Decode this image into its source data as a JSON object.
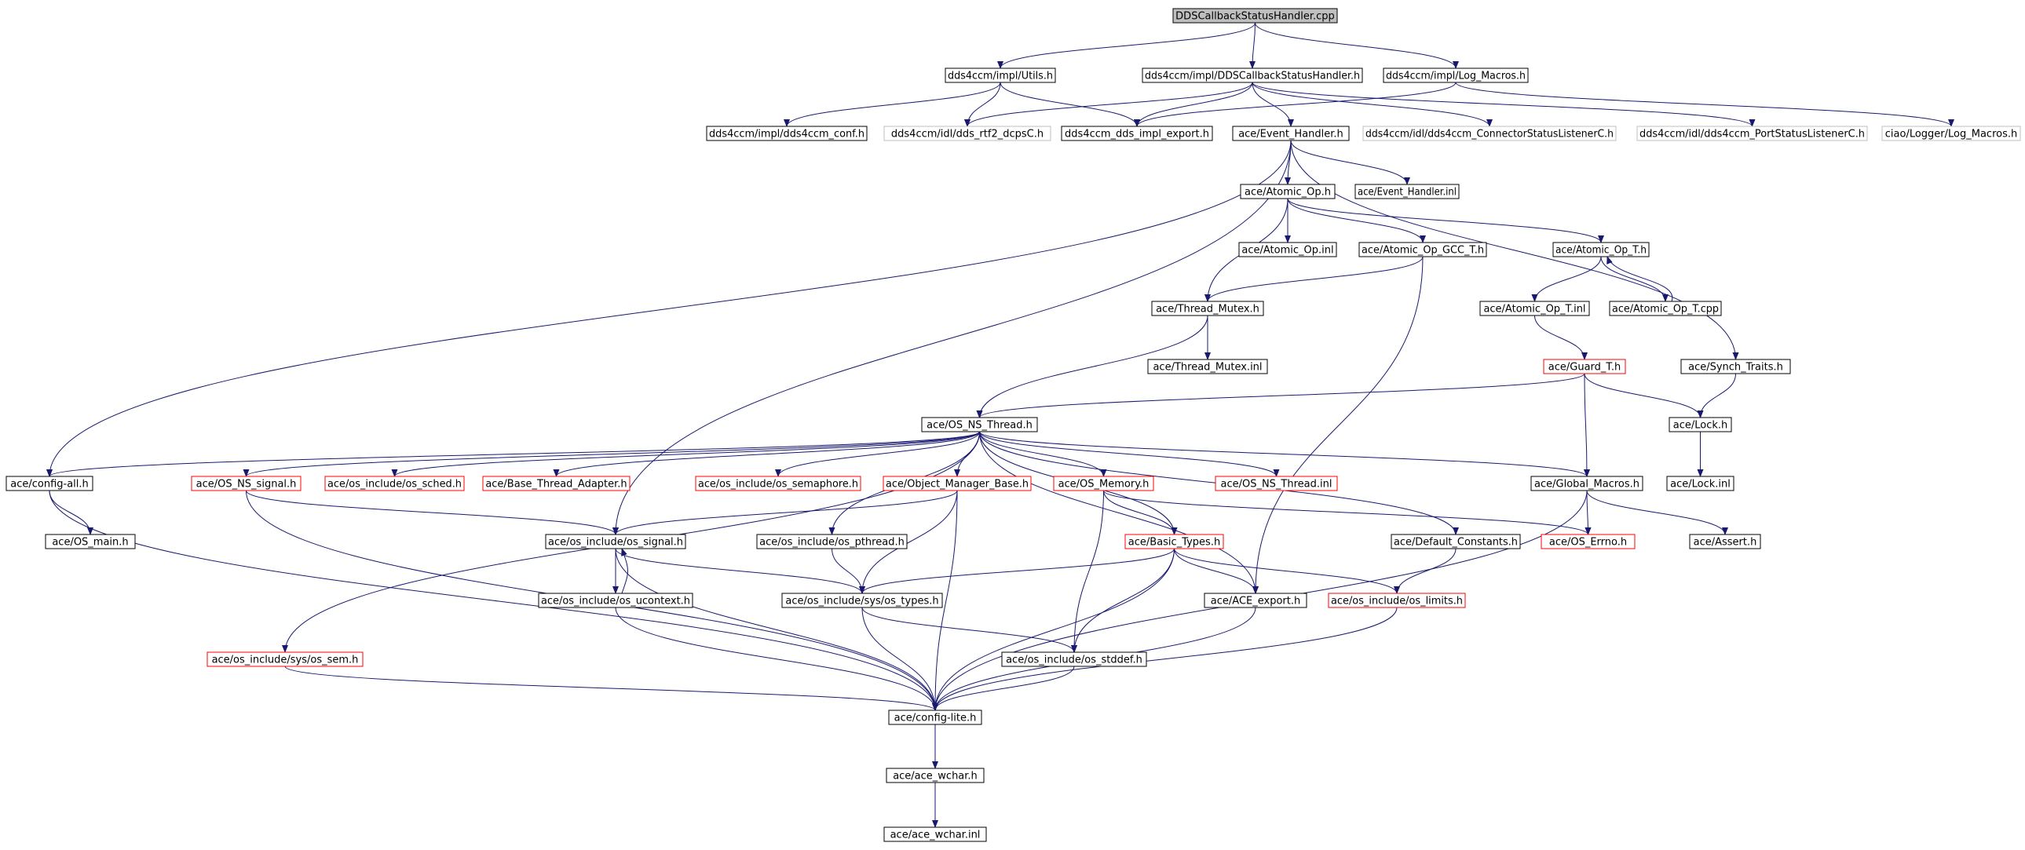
{
  "colors": {
    "edge": "#191970",
    "border_normal": "#000000",
    "border_truncated": "#ff0000",
    "border_external": "#bfbfbf",
    "fill_root": "#bfbfbf",
    "fill_normal": "#ffffff"
  },
  "nodes": [
    {
      "id": "root",
      "label": "DDSCallbackStatusHandler.cpp",
      "style": "root"
    },
    {
      "id": "utils",
      "label": "dds4ccm/impl/Utils.h",
      "style": "normal"
    },
    {
      "id": "ddscb",
      "label": "dds4ccm/impl/DDSCallbackStatusHandler.h",
      "style": "normal"
    },
    {
      "id": "logmacros",
      "label": "dds4ccm/impl/Log_Macros.h",
      "style": "normal"
    },
    {
      "id": "conf",
      "label": "dds4ccm/impl/dds4ccm_conf.h",
      "style": "normal"
    },
    {
      "id": "rtf2",
      "label": "dds4ccm/idl/dds_rtf2_dcpsC.h",
      "style": "external"
    },
    {
      "id": "implexport",
      "label": "dds4ccm_dds_impl_export.h",
      "style": "normal"
    },
    {
      "id": "evh",
      "label": "ace/Event_Handler.h",
      "style": "normal"
    },
    {
      "id": "connlist",
      "label": "dds4ccm/idl/dds4ccm_ConnectorStatusListenerC.h",
      "style": "external"
    },
    {
      "id": "portlist",
      "label": "dds4ccm/idl/dds4ccm_PortStatusListenerC.h",
      "style": "external"
    },
    {
      "id": "ciaolog",
      "label": "ciao/Logger/Log_Macros.h",
      "style": "external"
    },
    {
      "id": "atomicop",
      "label": "ace/Atomic_Op.h",
      "style": "normal"
    },
    {
      "id": "evhinl",
      "label": "ace/Event_Handler.inl",
      "style": "normal"
    },
    {
      "id": "atomicopinl",
      "label": "ace/Atomic_Op.inl",
      "style": "normal"
    },
    {
      "id": "atomicgcc",
      "label": "ace/Atomic_Op_GCC_T.h",
      "style": "normal"
    },
    {
      "id": "atomict",
      "label": "ace/Atomic_Op_T.h",
      "style": "normal"
    },
    {
      "id": "threadmutex",
      "label": "ace/Thread_Mutex.h",
      "style": "normal"
    },
    {
      "id": "atomictinl",
      "label": "ace/Atomic_Op_T.inl",
      "style": "normal"
    },
    {
      "id": "atomictcpp",
      "label": "ace/Atomic_Op_T.cpp",
      "style": "normal"
    },
    {
      "id": "threadmutexinl",
      "label": "ace/Thread_Mutex.inl",
      "style": "normal"
    },
    {
      "id": "guard",
      "label": "ace/Guard_T.h",
      "style": "truncated"
    },
    {
      "id": "synch",
      "label": "ace/Synch_Traits.h",
      "style": "normal"
    },
    {
      "id": "osnsthread",
      "label": "ace/OS_NS_Thread.h",
      "style": "normal"
    },
    {
      "id": "lock",
      "label": "ace/Lock.h",
      "style": "normal"
    },
    {
      "id": "configall",
      "label": "ace/config-all.h",
      "style": "normal"
    },
    {
      "id": "osnssignal",
      "label": "ace/OS_NS_signal.h",
      "style": "truncated"
    },
    {
      "id": "ossched",
      "label": "ace/os_include/os_sched.h",
      "style": "truncated"
    },
    {
      "id": "basethread",
      "label": "ace/Base_Thread_Adapter.h",
      "style": "truncated"
    },
    {
      "id": "ossem",
      "label": "ace/os_include/os_semaphore.h",
      "style": "truncated"
    },
    {
      "id": "objmgr",
      "label": "ace/Object_Manager_Base.h",
      "style": "truncated"
    },
    {
      "id": "osmemory",
      "label": "ace/OS_Memory.h",
      "style": "truncated"
    },
    {
      "id": "osnsthreadinl",
      "label": "ace/OS_NS_Thread.inl",
      "style": "truncated"
    },
    {
      "id": "globalmacros",
      "label": "ace/Global_Macros.h",
      "style": "normal"
    },
    {
      "id": "lockinl",
      "label": "ace/Lock.inl",
      "style": "normal"
    },
    {
      "id": "osmain",
      "label": "ace/OS_main.h",
      "style": "normal"
    },
    {
      "id": "ossignal",
      "label": "ace/os_include/os_signal.h",
      "style": "normal"
    },
    {
      "id": "ospthread",
      "label": "ace/os_include/os_pthread.h",
      "style": "normal"
    },
    {
      "id": "basictypes",
      "label": "ace/Basic_Types.h",
      "style": "truncated"
    },
    {
      "id": "defconst",
      "label": "ace/Default_Constants.h",
      "style": "normal"
    },
    {
      "id": "oserrno",
      "label": "ace/OS_Errno.h",
      "style": "truncated"
    },
    {
      "id": "assert",
      "label": "ace/Assert.h",
      "style": "normal"
    },
    {
      "id": "osucontext",
      "label": "ace/os_include/os_ucontext.h",
      "style": "normal"
    },
    {
      "id": "ostypes",
      "label": "ace/os_include/sys/os_types.h",
      "style": "normal"
    },
    {
      "id": "aceexport",
      "label": "ace/ACE_export.h",
      "style": "normal"
    },
    {
      "id": "oslimits",
      "label": "ace/os_include/os_limits.h",
      "style": "truncated"
    },
    {
      "id": "ossyssem",
      "label": "ace/os_include/sys/os_sem.h",
      "style": "truncated"
    },
    {
      "id": "osstddef",
      "label": "ace/os_include/os_stddef.h",
      "style": "normal"
    },
    {
      "id": "configlite",
      "label": "ace/config-lite.h",
      "style": "normal"
    },
    {
      "id": "acewchar",
      "label": "ace/ace_wchar.h",
      "style": "normal"
    },
    {
      "id": "acewcharinl",
      "label": "ace/ace_wchar.inl",
      "style": "normal"
    }
  ],
  "edges": [
    [
      "root",
      "utils"
    ],
    [
      "root",
      "ddscb"
    ],
    [
      "root",
      "logmacros"
    ],
    [
      "utils",
      "conf"
    ],
    [
      "utils",
      "rtf2"
    ],
    [
      "utils",
      "implexport"
    ],
    [
      "ddscb",
      "rtf2"
    ],
    [
      "ddscb",
      "implexport"
    ],
    [
      "ddscb",
      "evh"
    ],
    [
      "ddscb",
      "connlist"
    ],
    [
      "ddscb",
      "portlist"
    ],
    [
      "logmacros",
      "implexport"
    ],
    [
      "logmacros",
      "ciaolog"
    ],
    [
      "evh",
      "atomicop"
    ],
    [
      "evh",
      "evhinl"
    ],
    [
      "evh",
      "synch"
    ],
    [
      "evh",
      "configall"
    ],
    [
      "evh",
      "ossignal"
    ],
    [
      "atomicop",
      "atomicopinl"
    ],
    [
      "atomicop",
      "atomicgcc"
    ],
    [
      "atomicop",
      "atomict"
    ],
    [
      "atomicop",
      "threadmutex"
    ],
    [
      "atomicgcc",
      "threadmutex"
    ],
    [
      "atomicgcc",
      "aceexport"
    ],
    [
      "atomict",
      "atomictinl"
    ],
    [
      "atomict",
      "atomictcpp"
    ],
    [
      "atomictcpp",
      "atomict"
    ],
    [
      "atomictinl",
      "guard"
    ],
    [
      "threadmutex",
      "threadmutexinl"
    ],
    [
      "threadmutex",
      "osnsthread"
    ],
    [
      "guard",
      "osnsthread"
    ],
    [
      "guard",
      "lock"
    ],
    [
      "guard",
      "globalmacros"
    ],
    [
      "synch",
      "lock"
    ],
    [
      "lock",
      "lockinl"
    ],
    [
      "osnsthread",
      "configall"
    ],
    [
      "osnsthread",
      "osnssignal"
    ],
    [
      "osnsthread",
      "ossched"
    ],
    [
      "osnsthread",
      "basethread"
    ],
    [
      "osnsthread",
      "ossem"
    ],
    [
      "osnsthread",
      "objmgr"
    ],
    [
      "osnsthread",
      "osmemory"
    ],
    [
      "osnsthread",
      "osnsthreadinl"
    ],
    [
      "osnsthread",
      "globalmacros"
    ],
    [
      "osnsthread",
      "ospthread"
    ],
    [
      "osnsthread",
      "basictypes"
    ],
    [
      "osnsthread",
      "defconst"
    ],
    [
      "osnsthread",
      "aceexport"
    ],
    [
      "osnsthread",
      "ossyssem"
    ],
    [
      "configall",
      "osmain"
    ],
    [
      "configall",
      "configlite"
    ],
    [
      "osnssignal",
      "ossignal"
    ],
    [
      "osnssignal",
      "configlite"
    ],
    [
      "objmgr",
      "ossignal"
    ],
    [
      "objmgr",
      "ostypes"
    ],
    [
      "objmgr",
      "configlite"
    ],
    [
      "osmemory",
      "basictypes"
    ],
    [
      "osmemory",
      "oserrno"
    ],
    [
      "osmemory",
      "osstddef"
    ],
    [
      "globalmacros",
      "oserrno"
    ],
    [
      "globalmacros",
      "assert"
    ],
    [
      "globalmacros",
      "configlite"
    ],
    [
      "ossignal",
      "osucontext"
    ],
    [
      "ossignal",
      "ostypes"
    ],
    [
      "ossignal",
      "configlite"
    ],
    [
      "osucontext",
      "ossignal"
    ],
    [
      "osucontext",
      "configlite"
    ],
    [
      "ospthread",
      "ostypes"
    ],
    [
      "basictypes",
      "ostypes"
    ],
    [
      "basictypes",
      "aceexport"
    ],
    [
      "basictypes",
      "oslimits"
    ],
    [
      "basictypes",
      "osstddef"
    ],
    [
      "basictypes",
      "configlite"
    ],
    [
      "defconst",
      "oslimits"
    ],
    [
      "ostypes",
      "osstddef"
    ],
    [
      "ostypes",
      "configlite"
    ],
    [
      "aceexport",
      "configlite"
    ],
    [
      "oslimits",
      "configlite"
    ],
    [
      "ossyssem",
      "configlite"
    ],
    [
      "osstddef",
      "configlite"
    ],
    [
      "configlite",
      "acewchar"
    ],
    [
      "acewchar",
      "acewcharinl"
    ]
  ]
}
